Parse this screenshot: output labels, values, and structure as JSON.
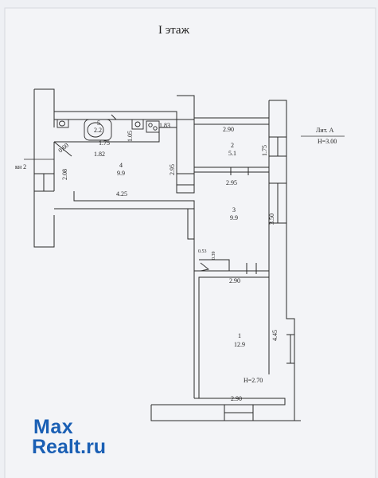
{
  "floor_title": "I этаж",
  "building": {
    "letter": "Лит. А",
    "height": "Н=3.00"
  },
  "stair_label": "кн 2",
  "rooms": [
    {
      "num": "1",
      "area": "12.9"
    },
    {
      "num": "2",
      "area": "5.1"
    },
    {
      "num": "3",
      "area": "9.9"
    },
    {
      "num": "4",
      "area": "9.9"
    },
    {
      "num": "5",
      "area": "2.2"
    }
  ],
  "room1_height": "Н=2.70",
  "dims": {
    "corridor_top": "2.90",
    "bath_right": "1.83",
    "bath_width": "1.75",
    "bath_height": "1.05",
    "diag": "0.60",
    "wc_width": "1.82",
    "room4_left": "2.08",
    "room4_right": "2.95",
    "room4_bottom": "4.25",
    "room2_right": "1.75",
    "room2_bottom": "2.95",
    "room3_right": "3.50",
    "step_w": "0.53",
    "step_h": "0.39",
    "room3_bottom": "2.90",
    "room1_right": "4.45",
    "room1_bottom": "2.90"
  },
  "watermark": {
    "line1": "Max",
    "line2": "Realt.ru"
  }
}
